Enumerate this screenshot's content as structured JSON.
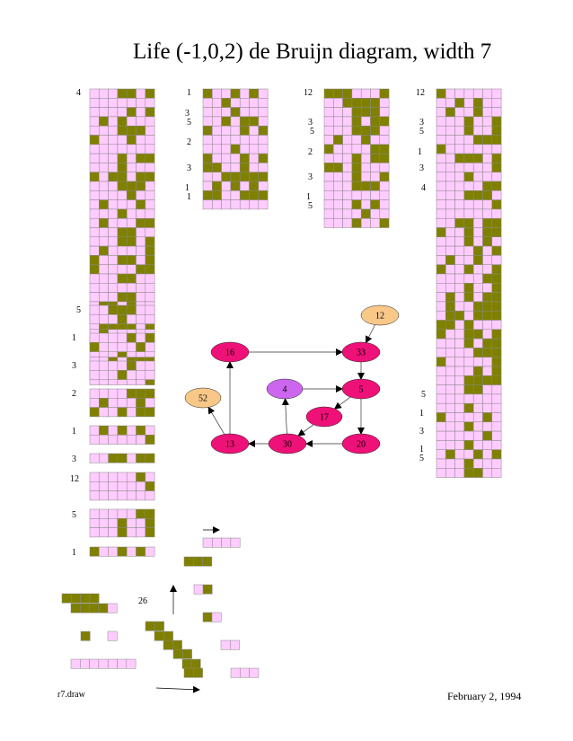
{
  "title": "Life (-1,0,2) de Bruijn diagram, width 7",
  "footer_left": "r7.draw",
  "footer_right": "February 2, 1994",
  "colors": {
    "on": "#808000",
    "off": "#ffccff",
    "grid": "#888888",
    "edge": "#333333",
    "magenta": "#ee1177",
    "violet": "#cc66ee",
    "peach": "#f8c888"
  },
  "graph": {
    "nodes": [
      {
        "id": "16",
        "color": "magenta"
      },
      {
        "id": "33",
        "color": "magenta"
      },
      {
        "id": "12",
        "color": "peach"
      },
      {
        "id": "4",
        "color": "violet"
      },
      {
        "id": "5",
        "color": "magenta"
      },
      {
        "id": "52",
        "color": "peach"
      },
      {
        "id": "17",
        "color": "magenta"
      },
      {
        "id": "13",
        "color": "magenta"
      },
      {
        "id": "30",
        "color": "magenta"
      },
      {
        "id": "20",
        "color": "magenta"
      }
    ],
    "edges": [
      [
        "16",
        "33"
      ],
      [
        "12",
        "33"
      ],
      [
        "33",
        "5"
      ],
      [
        "4",
        "5"
      ],
      [
        "5",
        "17"
      ],
      [
        "5",
        "20"
      ],
      [
        "17",
        "30"
      ],
      [
        "20",
        "30"
      ],
      [
        "30",
        "4"
      ],
      [
        "30",
        "13"
      ],
      [
        "13",
        "16"
      ],
      [
        "13",
        "52"
      ]
    ]
  },
  "figure_labels": {
    "col1": [
      "4",
      "5",
      "1",
      "3",
      "2",
      "1",
      "3",
      "12",
      "5",
      "1"
    ],
    "col2": [
      "1",
      "3",
      "5",
      "2",
      "3",
      "1",
      "1"
    ],
    "col3": [
      "12",
      "3",
      "5",
      "2",
      "3",
      "1",
      "5"
    ],
    "col4": [
      "12",
      "3",
      "5",
      "1",
      "3",
      "4",
      "5",
      "1",
      "3",
      "1",
      "5"
    ],
    "misc": [
      "26"
    ]
  }
}
